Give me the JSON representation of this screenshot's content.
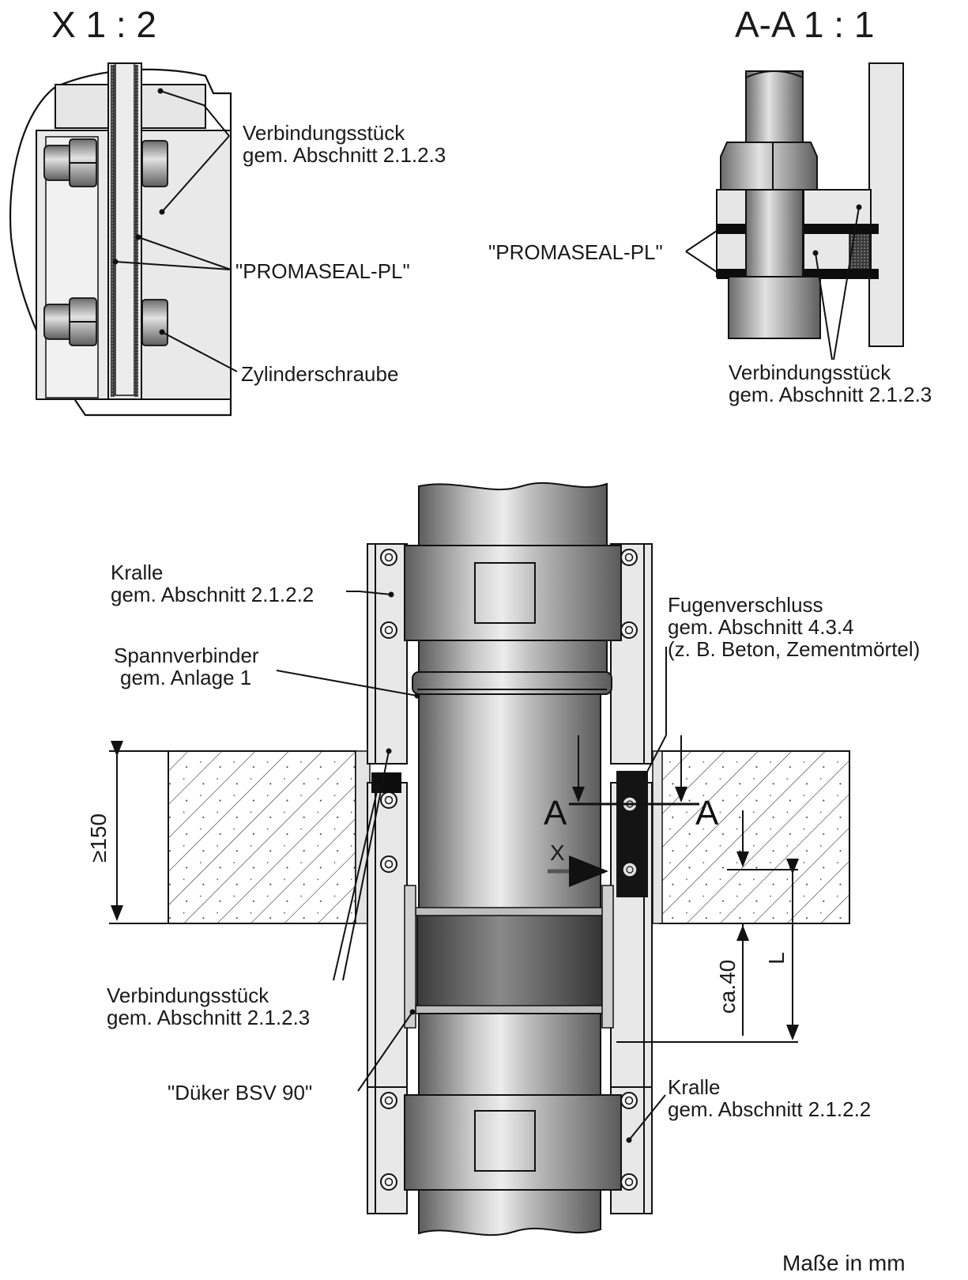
{
  "detail_x": {
    "title": "X 1 : 2",
    "label_connector": [
      "Verbindungsstück",
      "gem. Abschnitt 2.1.2.3"
    ],
    "label_seal": "\"PROMASEAL-PL\"",
    "label_screw": "Zylinderschraube"
  },
  "section_aa": {
    "title": "A-A 1 : 1",
    "label_seal": "\"PROMASEAL-PL\"",
    "label_connector": [
      "Verbindungsstück",
      "gem. Abschnitt 2.1.2.3"
    ]
  },
  "main_view": {
    "label_claw_top": [
      "Kralle",
      "gem. Abschnitt 2.1.2.2"
    ],
    "label_tension": [
      "Spannverbinder",
      "gem. Anlage 1"
    ],
    "label_joint": [
      "Fugenverschluss",
      "gem. Abschnitt 4.3.4",
      "(z. B. Beton, Zementmörtel)"
    ],
    "label_connector": [
      "Verbindungsstück",
      "gem. Abschnitt 2.1.2.3"
    ],
    "label_dueker": "\"Düker BSV 90\"",
    "label_claw_bottom": [
      "Kralle",
      "gem. Abschnitt 2.1.2.2"
    ],
    "section_mark": "A",
    "detail_mark": "X",
    "dim_thickness": "≥150",
    "dim_offset": "ca.40",
    "dim_length": "L"
  },
  "units_note": "Maße in mm",
  "colors": {
    "line": "#111111",
    "pipe_dark": "#6a6a6a",
    "pipe_light": "#d2d2d2",
    "plate": "#e6e6e6",
    "seal": "#0d0d0d"
  }
}
